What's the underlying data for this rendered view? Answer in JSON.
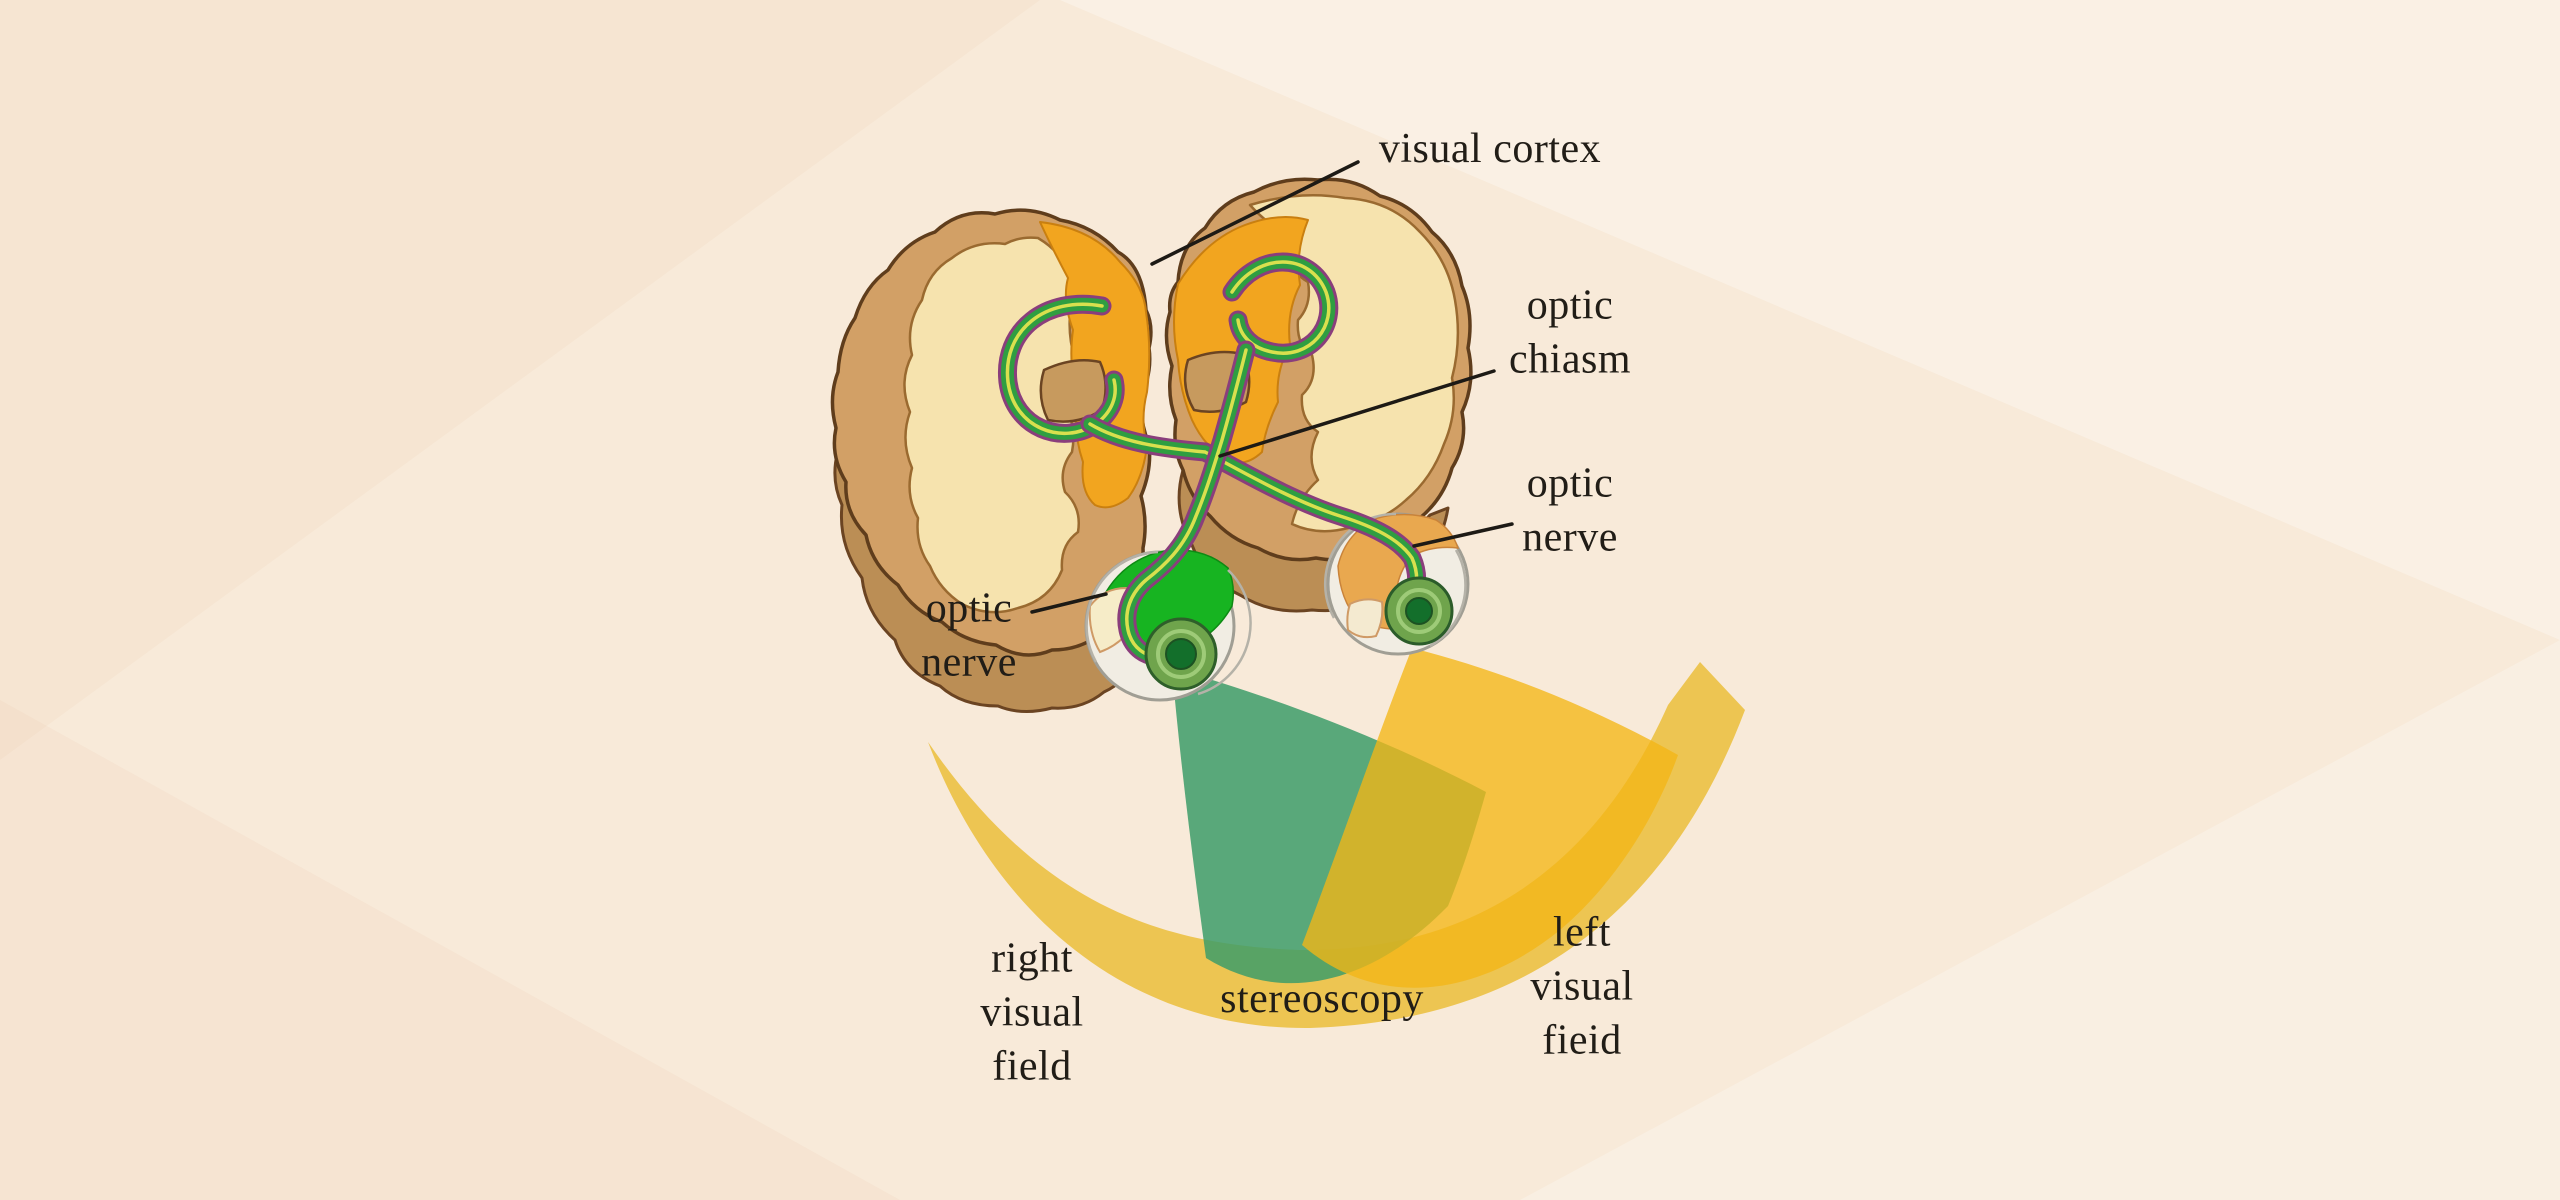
{
  "diagram_title": "visual pathway diagram",
  "labels": {
    "visual_cortex": "visual cortex",
    "optic_chiasm": [
      "optic",
      "chiasm"
    ],
    "optic_nerve_right": [
      "optic",
      "nerve"
    ],
    "optic_nerve_left": [
      "optic",
      "nerve"
    ],
    "right_visual_field": [
      "right",
      "visual",
      "field"
    ],
    "stereoscopy": "stereoscopy",
    "left_visual_field": [
      "left",
      "visual",
      "fieid"
    ]
  },
  "colors": {
    "background": "#f8ead9",
    "brain_tan": "#d2a066",
    "brain_side": "#bb8e55",
    "inner_cream": "#f6e3ae",
    "cortex_orange": "#f2a51f",
    "nerve_green": "#2f9e41",
    "nerve_stripe": "#d9e04e",
    "nerve_edge": "#8a3e7c",
    "field_green": "#3d9c68",
    "field_yellow": "#f4b616",
    "band_yellow": "#e9b824",
    "eye_green": "#17b421",
    "eye_orange": "#e9a84f",
    "iris_green": "#6fa44c",
    "pupil_green": "#136f2b",
    "text": "#211d17"
  }
}
